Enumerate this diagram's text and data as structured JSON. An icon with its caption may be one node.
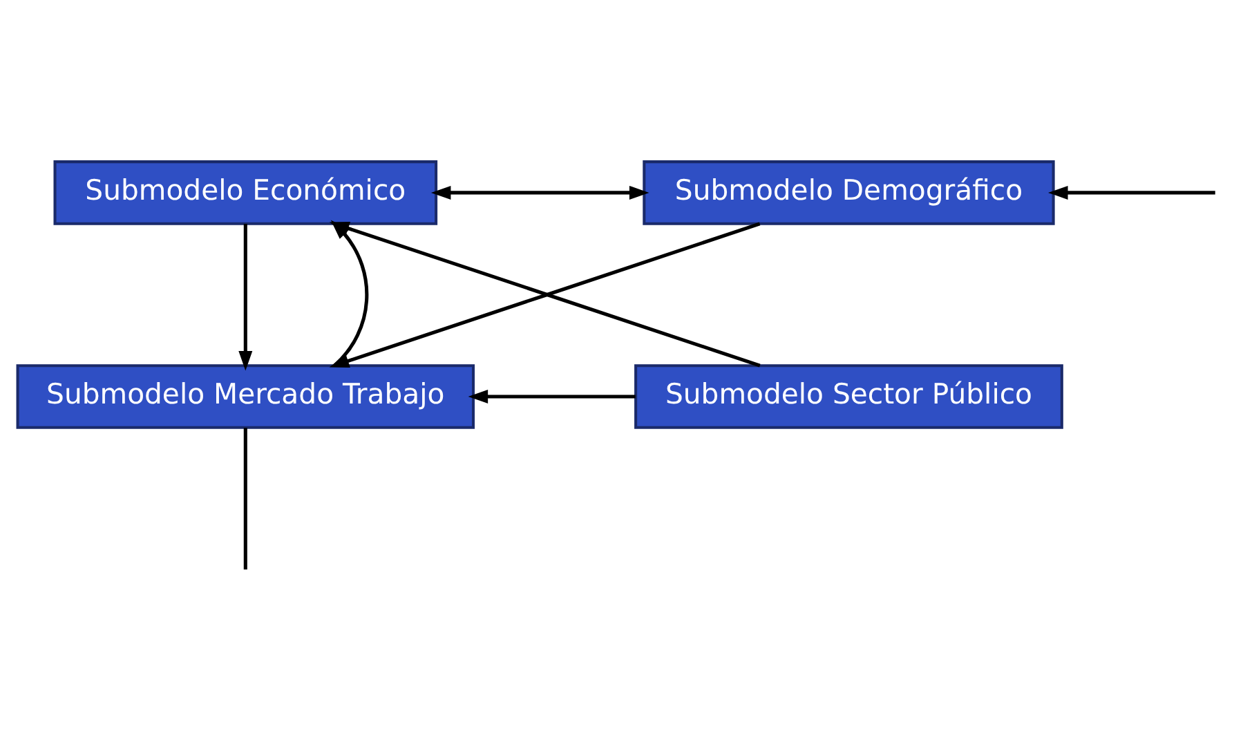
{
  "diagram": {
    "nodes": [
      {
        "text": [
          "Submodelo Económico"
        ]
      },
      {
        "text": [
          "Submodelo Demográfico"
        ]
      },
      {
        "text": [
          "Submodelo Mercado Trabajo"
        ]
      },
      {
        "text": [
          "Submodelo Sector Público"
        ]
      }
    ],
    "edges": [
      {
        "from": 0,
        "to": 1,
        "arrow": "both"
      },
      {
        "from": 0,
        "to": 2,
        "arrow": "to"
      },
      {
        "from": 2,
        "to": 0,
        "arrow": "to"
      },
      {
        "from": 1,
        "to": 2,
        "arrow": "to"
      },
      {
        "from": 3,
        "to": 0,
        "arrow": "to"
      },
      {
        "from": 3,
        "to": 2,
        "arrow": "to"
      },
      {
        "from": null,
        "to": 1,
        "arrow": "to"
      },
      {
        "from": 2,
        "to": null,
        "arrow": "none"
      }
    ]
  }
}
